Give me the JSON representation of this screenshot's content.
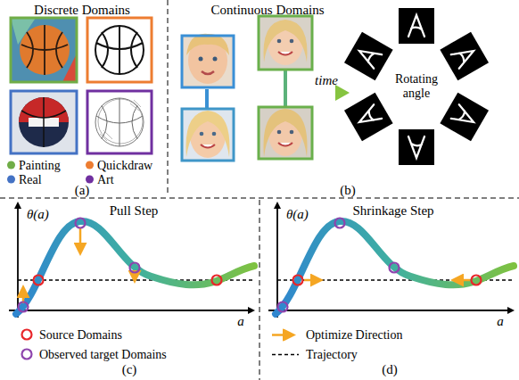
{
  "diagram": {
    "labels": [
      "Discrete Domains",
      "Continuous Domains",
      "(a)",
      "time",
      "Rotating angle",
      "(b)",
      "θ(a)",
      "Pull Step",
      "a",
      "(c)",
      "θ(a)",
      "Shrinkage Step",
      "a",
      "(d)"
    ],
    "legend": [
      {
        "text": "Painting",
        "color": "#70ad47"
      },
      {
        "text": "Quickdraw",
        "color": "#ed7d31"
      },
      {
        "text": "Real",
        "color": "#4472c4"
      },
      {
        "text": "Art",
        "color": "#7030a0"
      },
      {
        "text": "Source Domains"
      },
      {
        "text": "Observed target Domains"
      },
      {
        "text": "Optimize Direction"
      },
      {
        "text": "Trajectory"
      }
    ]
  }
}
